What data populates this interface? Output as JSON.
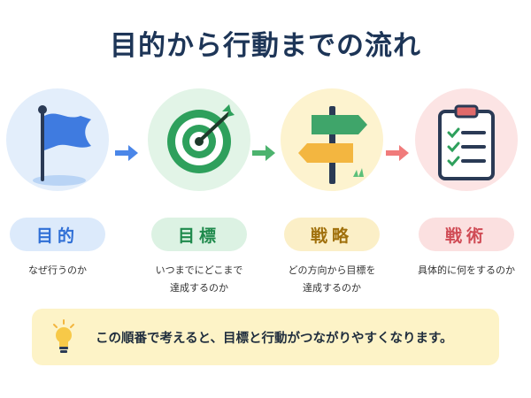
{
  "title": "目的から行動までの流れ",
  "steps": [
    {
      "label": "目的",
      "lines": [
        "なぜ行うのか"
      ],
      "color": "#2f6fd6",
      "bg": "#dceafb",
      "circle_bg": "#e3eefb"
    },
    {
      "label": "目標",
      "lines": [
        "いつまでにどこまで",
        "達成するのか"
      ],
      "color": "#1f8a4c",
      "bg": "#dcf2e3",
      "circle_bg": "#e2f4e7"
    },
    {
      "label": "戦略",
      "lines": [
        "どの方向から目標を",
        "達成するのか"
      ],
      "color": "#a0700b",
      "bg": "#fbefc7",
      "circle_bg": "#fdf3cf"
    },
    {
      "label": "戦術",
      "lines": [
        "具体的に何をするのか"
      ],
      "color": "#d04b55",
      "bg": "#fbe0e0",
      "circle_bg": "#fce4e4"
    }
  ],
  "arrow_colors": [
    "#4a86e8",
    "#4cb36e",
    "#f07b7b"
  ],
  "callout": {
    "text": "この順番で考えると、目標と行動がつながりやすくなります。",
    "icon": "lightbulb-icon",
    "bg": "#fdf3c7"
  },
  "icons": [
    "flag-icon",
    "target-icon",
    "signpost-icon",
    "checklist-icon"
  ]
}
